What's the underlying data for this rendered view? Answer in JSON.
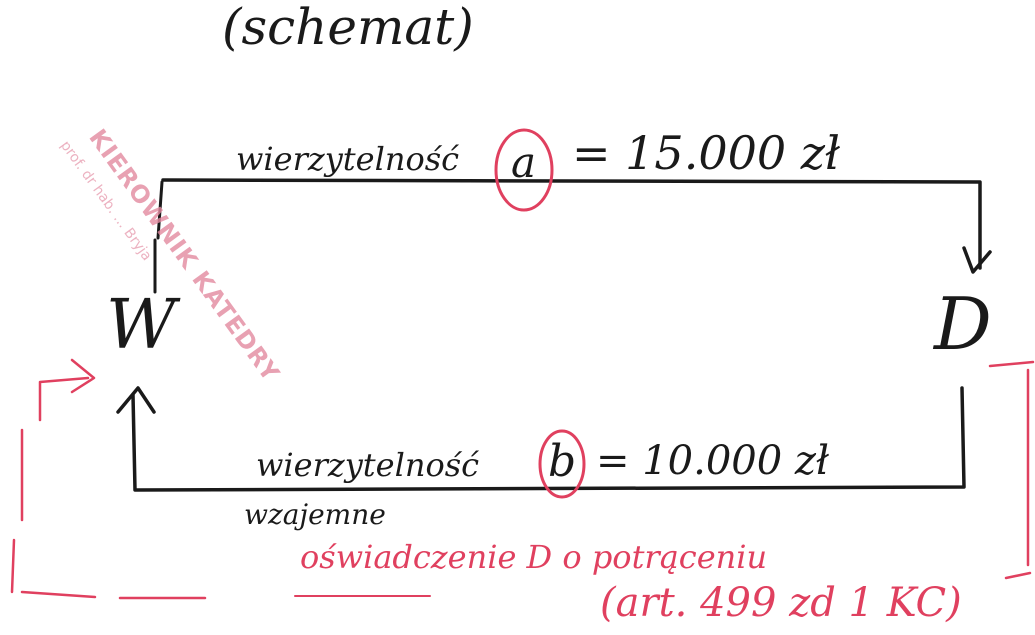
{
  "title": "(schemat)",
  "stamp": {
    "line1": "KIEROWNIK KATEDRY",
    "line2": "prof. dr hab. ... Bryja"
  },
  "nodes": {
    "left": "W",
    "right": "D"
  },
  "top_edge": {
    "prefix": "wierzytelność",
    "letter": "a",
    "amount": "= 15.000 zł"
  },
  "bottom_edge": {
    "prefix": "wierzytelność",
    "letter": "b",
    "amount": "= 10.000 zł",
    "sublabel": "wzajemne"
  },
  "annotation": {
    "line1": "oświadczenie D o potrąceniu",
    "line2": "(art. 499 zd 1 KC)"
  },
  "colors": {
    "ink": "#1a1a1a",
    "red": "#e0405f",
    "stamp": "#e38aa0"
  }
}
